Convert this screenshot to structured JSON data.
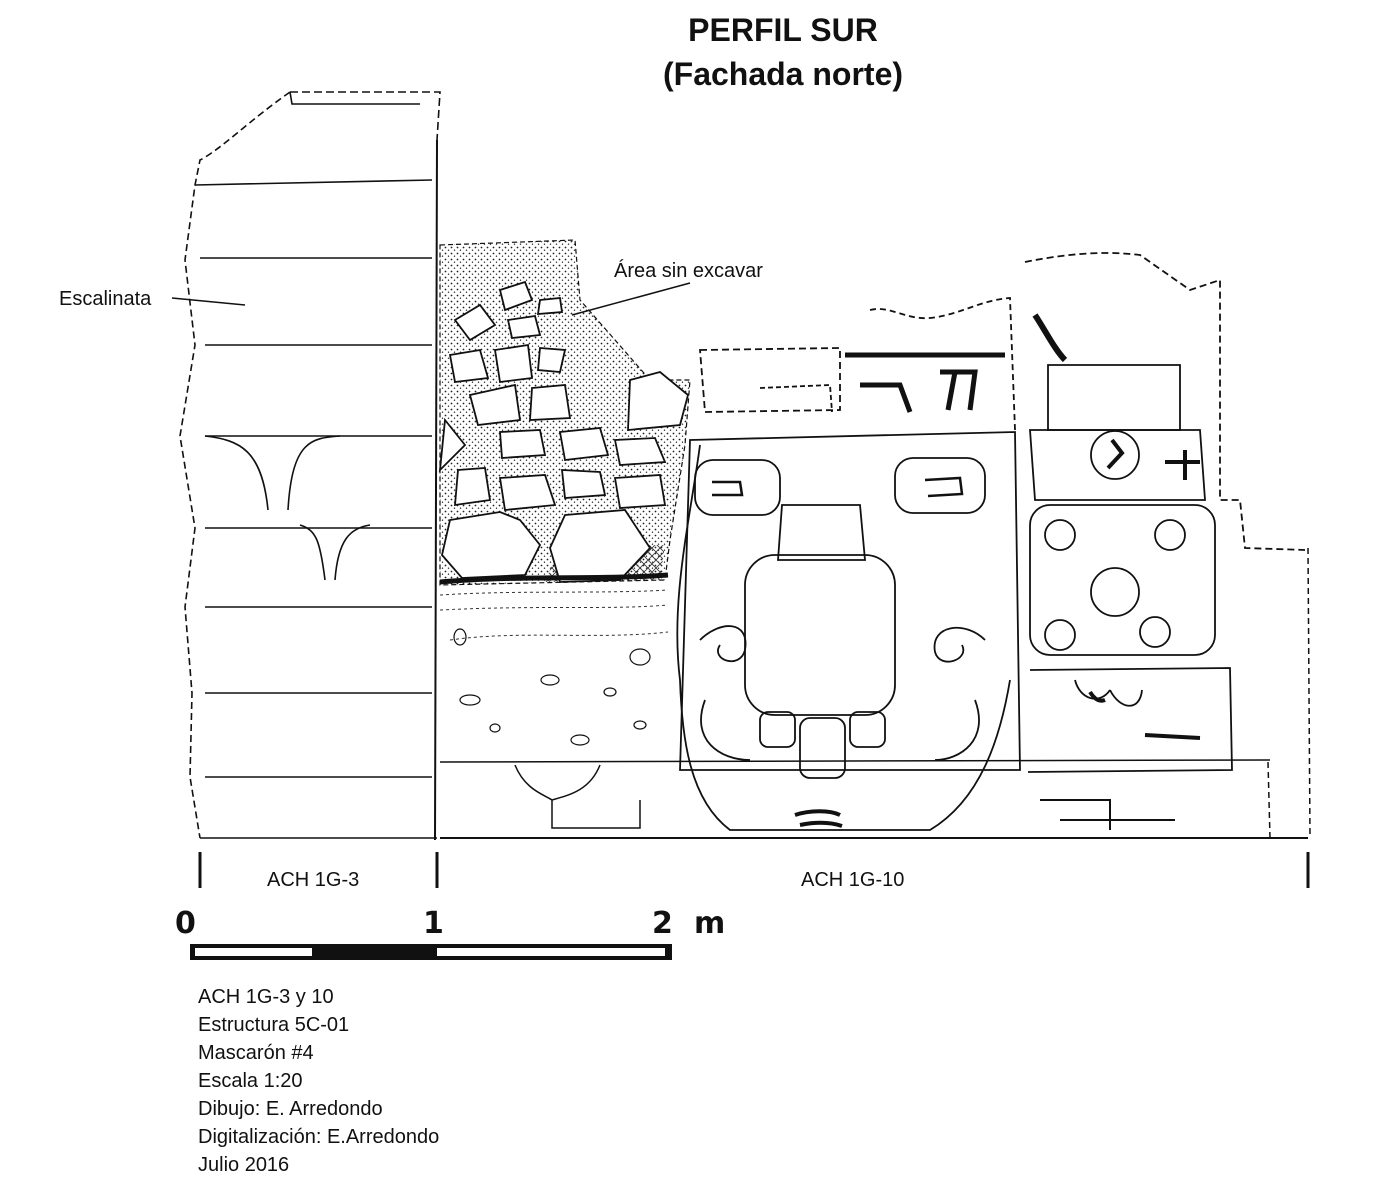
{
  "title": "PERFIL SUR",
  "subtitle": "(Fachada norte)",
  "labels": {
    "escalinata": "Escalinata",
    "area": "Área sin excavar",
    "unit_left": "ACH 1G-3",
    "unit_right": "ACH 1G-10"
  },
  "scale": {
    "zero": "0",
    "one": "1",
    "two": "2",
    "unit": "m"
  },
  "info": [
    "ACH 1G-3 y 10",
    "Estructura 5C-01",
    "Mascarón #4",
    "Escala 1:20",
    "Dibujo: E. Arredondo",
    "Digitalización: E.Arredondo",
    "Julio 2016"
  ]
}
